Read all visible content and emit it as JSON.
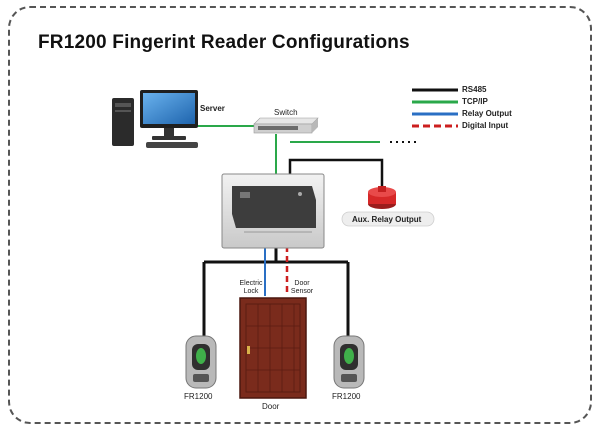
{
  "title": "FR1200 Fingerint Reader Configurations",
  "legend": [
    {
      "label": "RS485",
      "color": "#111111",
      "style": "solid"
    },
    {
      "label": "TCP/IP",
      "color": "#2aa84a",
      "style": "solid"
    },
    {
      "label": "Relay Output",
      "color": "#2a6fc4",
      "style": "solid"
    },
    {
      "label": "Digital Input",
      "color": "#cc1f1f",
      "style": "dashed"
    }
  ],
  "labels": {
    "server": "Server",
    "switch": "Switch",
    "aux_relay": "Aux. Relay Output",
    "electric_lock": "Electric Lock",
    "door_sensor": "Door Sensor",
    "reader_left": "FR1200",
    "reader_right": "FR1200",
    "door": "Door"
  },
  "colors": {
    "frame": "#555555",
    "rs485": "#111111",
    "tcpip": "#2aa84a",
    "relay": "#2a6fc4",
    "digital": "#cc1f1f"
  },
  "icons": [
    "computer-icon",
    "switch-icon",
    "controller-icon",
    "siren-icon",
    "door-icon",
    "fingerprint-reader-icon"
  ]
}
